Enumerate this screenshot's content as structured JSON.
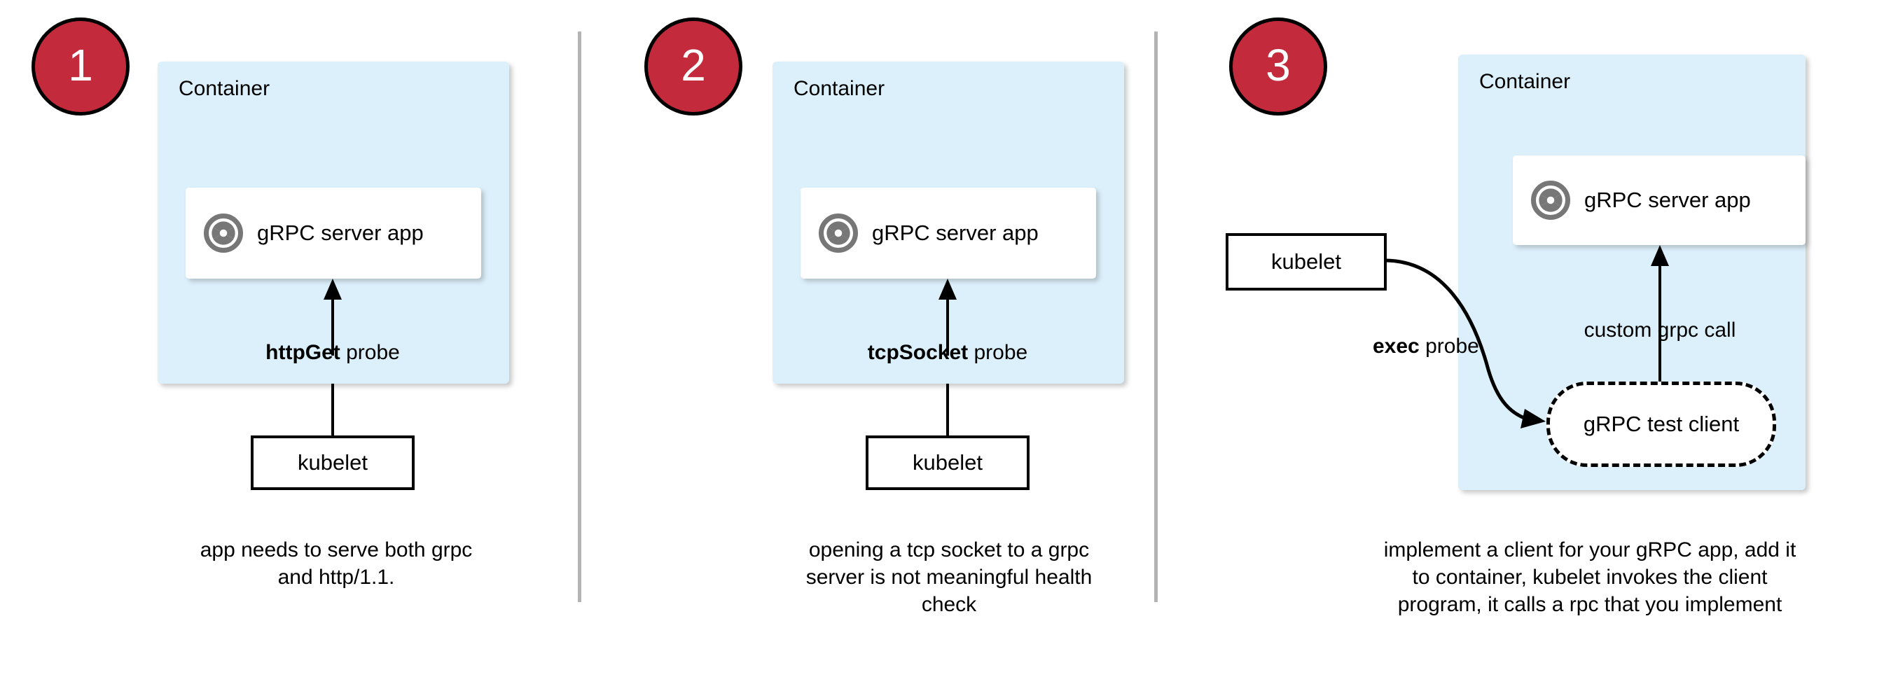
{
  "diagram": {
    "title": "Kubernetes gRPC health probe approaches",
    "colors": {
      "badge_fill": "#C32B3C",
      "badge_border": "#000000",
      "badge_text": "#FFFFFF",
      "container_fill": "#DCF0FB",
      "card_fill": "#FFFFFF",
      "stroke": "#000000",
      "divider": "#B4B4B4",
      "grpc_icon": "#777777"
    },
    "panels": [
      {
        "number": "1",
        "container_label": "Container",
        "app": {
          "icon": "grpc-aperture-icon",
          "label": "gRPC server app"
        },
        "probe_label_bold": "httpGet",
        "probe_label_rest": " probe",
        "actor": "kubelet",
        "caption": "app needs to serve both grpc and http/1.1.",
        "caption_lines": [
          "app needs to serve both grpc",
          "and http/1.1."
        ]
      },
      {
        "number": "2",
        "container_label": "Container",
        "app": {
          "icon": "grpc-aperture-icon",
          "label": "gRPC server app"
        },
        "probe_label_bold": "tcpSocket",
        "probe_label_rest": " probe",
        "actor": "kubelet",
        "caption": "opening a tcp socket to a grpc server is not meaningful health check",
        "caption_lines": [
          "opening a tcp socket to a grpc",
          "server is not meaningful health",
          "check"
        ]
      },
      {
        "number": "3",
        "container_label": "Container",
        "app": {
          "icon": "grpc-aperture-icon",
          "label": "gRPC server app"
        },
        "probe_label_bold": "exec",
        "probe_label_rest": " probe",
        "actor": "kubelet",
        "test_client": "gRPC test client",
        "inner_call_label": "custom grpc call",
        "caption": "implement a client for your gRPC app, add it to container, kubelet invokes the client program, it calls a rpc that you implement",
        "caption_lines": [
          "implement a client for your gRPC app, add it",
          "to container, kubelet invokes the client",
          "program, it calls a rpc that you implement"
        ]
      }
    ]
  }
}
